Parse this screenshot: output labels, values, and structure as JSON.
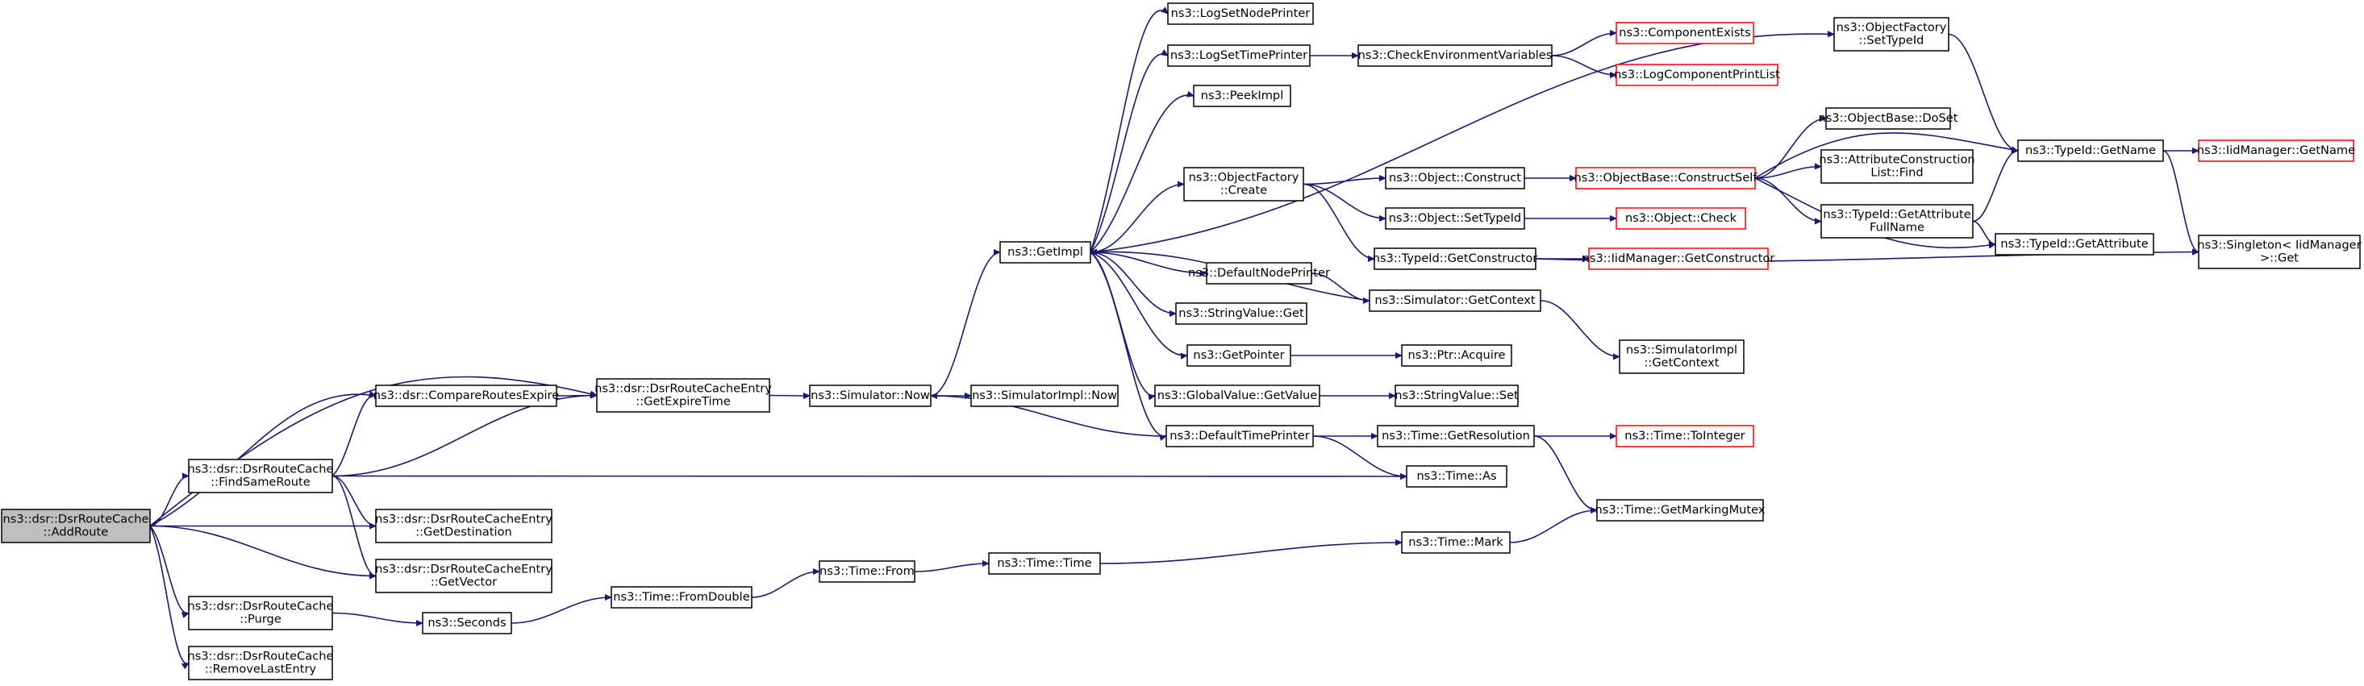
{
  "diagram": {
    "nodes": [
      {
        "id": "n0",
        "lines": [
          "ns3::dsr::DsrRouteCache",
          "::AddRoute"
        ],
        "style": "root"
      },
      {
        "id": "n1",
        "lines": [
          "ns3::dsr::CompareRoutesExpire"
        ],
        "style": "normal"
      },
      {
        "id": "n2",
        "lines": [
          "ns3::dsr::DsrRouteCacheEntry",
          "::GetExpireTime"
        ],
        "style": "normal"
      },
      {
        "id": "n3",
        "lines": [
          "ns3::dsr::DsrRouteCache",
          "::FindSameRoute"
        ],
        "style": "normal"
      },
      {
        "id": "n4",
        "lines": [
          "ns3::dsr::DsrRouteCacheEntry",
          "::GetDestination"
        ],
        "style": "normal"
      },
      {
        "id": "n5",
        "lines": [
          "ns3::dsr::DsrRouteCacheEntry",
          "::GetVector"
        ],
        "style": "normal"
      },
      {
        "id": "n6",
        "lines": [
          "ns3::dsr::DsrRouteCache",
          "::Purge"
        ],
        "style": "normal"
      },
      {
        "id": "n7",
        "lines": [
          "ns3::dsr::DsrRouteCache",
          "::RemoveLastEntry"
        ],
        "style": "normal"
      },
      {
        "id": "n8",
        "lines": [
          "ns3::Simulator::Now"
        ],
        "style": "normal"
      },
      {
        "id": "n9",
        "lines": [
          "ns3::SimulatorImpl::Now"
        ],
        "style": "normal"
      },
      {
        "id": "n10",
        "lines": [
          "ns3::GetImpl"
        ],
        "style": "normal"
      },
      {
        "id": "n11",
        "lines": [
          "ns3::LogSetNodePrinter"
        ],
        "style": "normal"
      },
      {
        "id": "n12",
        "lines": [
          "ns3::LogSetTimePrinter"
        ],
        "style": "normal"
      },
      {
        "id": "n13",
        "lines": [
          "ns3::CheckEnvironmentVariables"
        ],
        "style": "normal"
      },
      {
        "id": "n14",
        "lines": [
          "ns3::ComponentExists"
        ],
        "style": "red"
      },
      {
        "id": "n15",
        "lines": [
          "ns3::LogComponentPrintList"
        ],
        "style": "red"
      },
      {
        "id": "n16",
        "lines": [
          "ns3::PeekImpl"
        ],
        "style": "normal"
      },
      {
        "id": "n17",
        "lines": [
          "ns3::ObjectFactory",
          "::Create"
        ],
        "style": "normal"
      },
      {
        "id": "n18",
        "lines": [
          "ns3::Object::Construct"
        ],
        "style": "normal"
      },
      {
        "id": "n19",
        "lines": [
          "ns3::ObjectBase::ConstructSelf"
        ],
        "style": "red"
      },
      {
        "id": "n20",
        "lines": [
          "ns3::ObjectBase::DoSet"
        ],
        "style": "normal"
      },
      {
        "id": "n21",
        "lines": [
          "ns3::AttributeConstruction",
          "List::Find"
        ],
        "style": "normal"
      },
      {
        "id": "n22",
        "lines": [
          "ns3::TypeId::GetAttribute",
          "FullName"
        ],
        "style": "normal"
      },
      {
        "id": "n23",
        "lines": [
          "ns3::TypeId::GetName"
        ],
        "style": "normal"
      },
      {
        "id": "n24",
        "lines": [
          "ns3::IidManager::GetName"
        ],
        "style": "red"
      },
      {
        "id": "n25",
        "lines": [
          "ns3::Singleton< IidManager",
          " >::Get"
        ],
        "style": "normal"
      },
      {
        "id": "n26",
        "lines": [
          "ns3::TypeId::GetAttribute"
        ],
        "style": "normal"
      },
      {
        "id": "n27",
        "lines": [
          "ns3::ObjectFactory",
          "::SetTypeId"
        ],
        "style": "normal"
      },
      {
        "id": "n28",
        "lines": [
          "ns3::Object::SetTypeId"
        ],
        "style": "normal"
      },
      {
        "id": "n29",
        "lines": [
          "ns3::Object::Check"
        ],
        "style": "red"
      },
      {
        "id": "n30",
        "lines": [
          "ns3::TypeId::GetConstructor"
        ],
        "style": "normal"
      },
      {
        "id": "n31",
        "lines": [
          "ns3::IidManager::GetConstructor"
        ],
        "style": "red"
      },
      {
        "id": "n32",
        "lines": [
          "ns3::DefaultNodePrinter"
        ],
        "style": "normal"
      },
      {
        "id": "n33",
        "lines": [
          "ns3::Simulator::GetContext"
        ],
        "style": "normal"
      },
      {
        "id": "n34",
        "lines": [
          "ns3::SimulatorImpl",
          "::GetContext"
        ],
        "style": "normal"
      },
      {
        "id": "n35",
        "lines": [
          "ns3::StringValue::Get"
        ],
        "style": "normal"
      },
      {
        "id": "n36",
        "lines": [
          "ns3::GetPointer"
        ],
        "style": "normal"
      },
      {
        "id": "n37",
        "lines": [
          "ns3::Ptr::Acquire"
        ],
        "style": "normal"
      },
      {
        "id": "n38",
        "lines": [
          "ns3::GlobalValue::GetValue"
        ],
        "style": "normal"
      },
      {
        "id": "n39",
        "lines": [
          "ns3::StringValue::Set"
        ],
        "style": "normal"
      },
      {
        "id": "n40",
        "lines": [
          "ns3::DefaultTimePrinter"
        ],
        "style": "normal"
      },
      {
        "id": "n41",
        "lines": [
          "ns3::Time::GetResolution"
        ],
        "style": "normal"
      },
      {
        "id": "n42",
        "lines": [
          "ns3::Time::ToInteger"
        ],
        "style": "red"
      },
      {
        "id": "n43",
        "lines": [
          "ns3::Time::As"
        ],
        "style": "normal"
      },
      {
        "id": "n44",
        "lines": [
          "ns3::Time::GetMarkingMutex"
        ],
        "style": "normal"
      },
      {
        "id": "n45",
        "lines": [
          "ns3::Time::Mark"
        ],
        "style": "normal"
      },
      {
        "id": "n46",
        "lines": [
          "ns3::Time::Time"
        ],
        "style": "normal"
      },
      {
        "id": "n47",
        "lines": [
          "ns3::Time::From"
        ],
        "style": "normal"
      },
      {
        "id": "n48",
        "lines": [
          "ns3::Time::FromDouble"
        ],
        "style": "normal"
      },
      {
        "id": "n49",
        "lines": [
          "ns3::Seconds"
        ],
        "style": "normal"
      }
    ],
    "edges": [
      [
        "n0",
        "n1"
      ],
      [
        "n0",
        "n2"
      ],
      [
        "n0",
        "n3"
      ],
      [
        "n0",
        "n4"
      ],
      [
        "n0",
        "n5"
      ],
      [
        "n0",
        "n6"
      ],
      [
        "n0",
        "n7"
      ],
      [
        "n1",
        "n2"
      ],
      [
        "n3",
        "n1"
      ],
      [
        "n3",
        "n2"
      ],
      [
        "n3",
        "n4"
      ],
      [
        "n3",
        "n5"
      ],
      [
        "n3",
        "n43"
      ],
      [
        "n2",
        "n8"
      ],
      [
        "n8",
        "n9"
      ],
      [
        "n8",
        "n10"
      ],
      [
        "n10",
        "n11"
      ],
      [
        "n10",
        "n12"
      ],
      [
        "n10",
        "n16"
      ],
      [
        "n10",
        "n27"
      ],
      [
        "n10",
        "n17"
      ],
      [
        "n10",
        "n32"
      ],
      [
        "n10",
        "n35"
      ],
      [
        "n10",
        "n36"
      ],
      [
        "n10",
        "n38"
      ],
      [
        "n10",
        "n40"
      ],
      [
        "n12",
        "n13"
      ],
      [
        "n13",
        "n14"
      ],
      [
        "n13",
        "n15"
      ],
      [
        "n17",
        "n18"
      ],
      [
        "n17",
        "n28"
      ],
      [
        "n17",
        "n30"
      ],
      [
        "n18",
        "n19"
      ],
      [
        "n19",
        "n20"
      ],
      [
        "n19",
        "n21"
      ],
      [
        "n19",
        "n22"
      ],
      [
        "n19",
        "n23"
      ],
      [
        "n19",
        "n26"
      ],
      [
        "n22",
        "n23"
      ],
      [
        "n22",
        "n26"
      ],
      [
        "n23",
        "n24"
      ],
      [
        "n23",
        "n25"
      ],
      [
        "n27",
        "n23"
      ],
      [
        "n28",
        "n29"
      ],
      [
        "n30",
        "n31"
      ],
      [
        "n30",
        "n25"
      ],
      [
        "n32",
        "n33"
      ],
      [
        "n33",
        "n10"
      ],
      [
        "n33",
        "n34"
      ],
      [
        "n36",
        "n37"
      ],
      [
        "n38",
        "n39"
      ],
      [
        "n40",
        "n8"
      ],
      [
        "n40",
        "n41"
      ],
      [
        "n40",
        "n43"
      ],
      [
        "n41",
        "n42"
      ],
      [
        "n41",
        "n44"
      ],
      [
        "n45",
        "n44"
      ],
      [
        "n46",
        "n45"
      ],
      [
        "n47",
        "n46"
      ],
      [
        "n48",
        "n47"
      ],
      [
        "n49",
        "n48"
      ],
      [
        "n6",
        "n49"
      ]
    ]
  }
}
